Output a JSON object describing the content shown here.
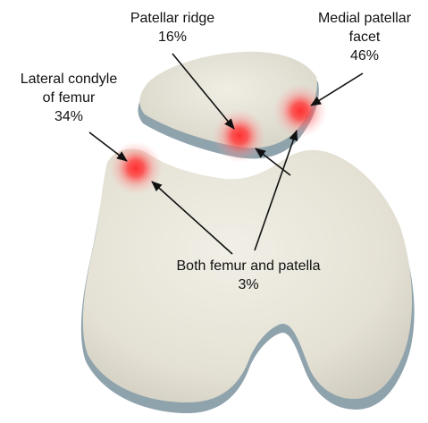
{
  "labels": {
    "patellar_ridge": {
      "line1": "Patellar ridge",
      "line2": "16%"
    },
    "medial_facet": {
      "line1": "Medial patellar",
      "line2": "facet",
      "line3": "46%"
    },
    "lateral_condyle": {
      "line1": "Lateral condyle",
      "line2": "of femur",
      "line3": "34%"
    },
    "both": {
      "line1": "Both femur and patella",
      "line2": "3%"
    }
  },
  "colors": {
    "bone_fill": "#e6e4d8",
    "bone_edge": "#8fa3ad",
    "highlight": "#ff2a2a",
    "arrow": "#111111"
  }
}
